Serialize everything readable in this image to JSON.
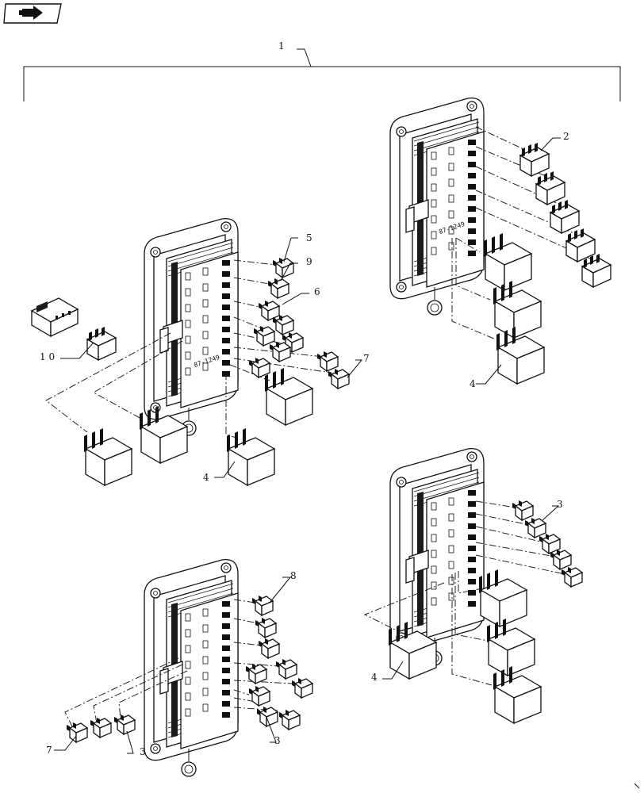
{
  "nav": {
    "icon": "arrow-right-icon"
  },
  "callouts": [
    {
      "id": "c1",
      "text": "1"
    },
    {
      "id": "c2",
      "text": "2"
    },
    {
      "id": "c5",
      "text": "5"
    },
    {
      "id": "c9",
      "text": "9"
    },
    {
      "id": "c6",
      "text": "6"
    },
    {
      "id": "c10",
      "text": "1 0"
    },
    {
      "id": "c7a",
      "text": "7"
    },
    {
      "id": "c4a",
      "text": "4"
    },
    {
      "id": "c4b",
      "text": "4"
    },
    {
      "id": "c3a",
      "text": "3"
    },
    {
      "id": "c8",
      "text": "8"
    },
    {
      "id": "c4c",
      "text": "4"
    },
    {
      "id": "c7b",
      "text": "7"
    },
    {
      "id": "c3b",
      "text": "3"
    },
    {
      "id": "c3c",
      "text": "3"
    }
  ],
  "module_labels": [
    {
      "id": "m1",
      "text": "87-1249"
    },
    {
      "id": "m2",
      "text": "87-1249"
    }
  ]
}
